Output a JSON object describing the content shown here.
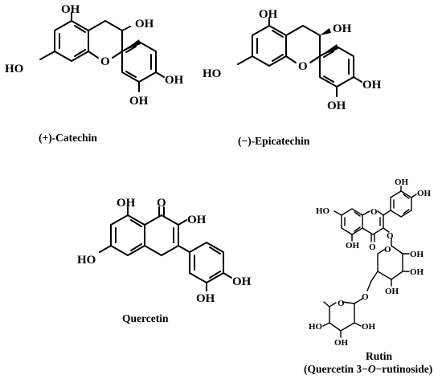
{
  "molecules": [
    {
      "id": "catechin",
      "caption": "(+)-Catechin"
    },
    {
      "id": "epicatechin",
      "caption": "(−)-Epicatechin"
    },
    {
      "id": "quercetin",
      "caption": "Quercetin"
    },
    {
      "id": "rutin",
      "caption": "Rutin",
      "caption_sub_prefix": "(Quercetin 3−",
      "caption_sub_italic": "O",
      "caption_sub_suffix": "−rutinoside)"
    }
  ],
  "atoms": {
    "oh": "OH",
    "ho": "HO",
    "o": "O"
  }
}
